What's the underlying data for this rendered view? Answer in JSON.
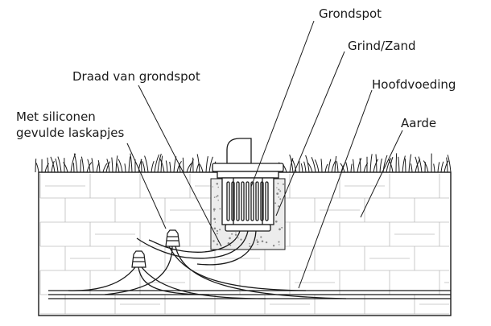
{
  "diagram": {
    "labels": {
      "spot": "Grondspot",
      "gravel": "Grind/Zand",
      "wire": "Draad van grondspot",
      "mains": "Hoofdvoeding",
      "connectors_line1": "Met siliconen",
      "connectors_line2": "gevulde laskapjes",
      "earth": "Aarde"
    },
    "colors": {
      "line": "#1a1a1a",
      "soil_fill": "#ffffff",
      "gravel_fill": "#ececec",
      "brick_line": "#bbbbbb"
    },
    "icons": [
      "ground-spot-fixture-icon",
      "wire-connector-icon",
      "grass-icon"
    ]
  }
}
